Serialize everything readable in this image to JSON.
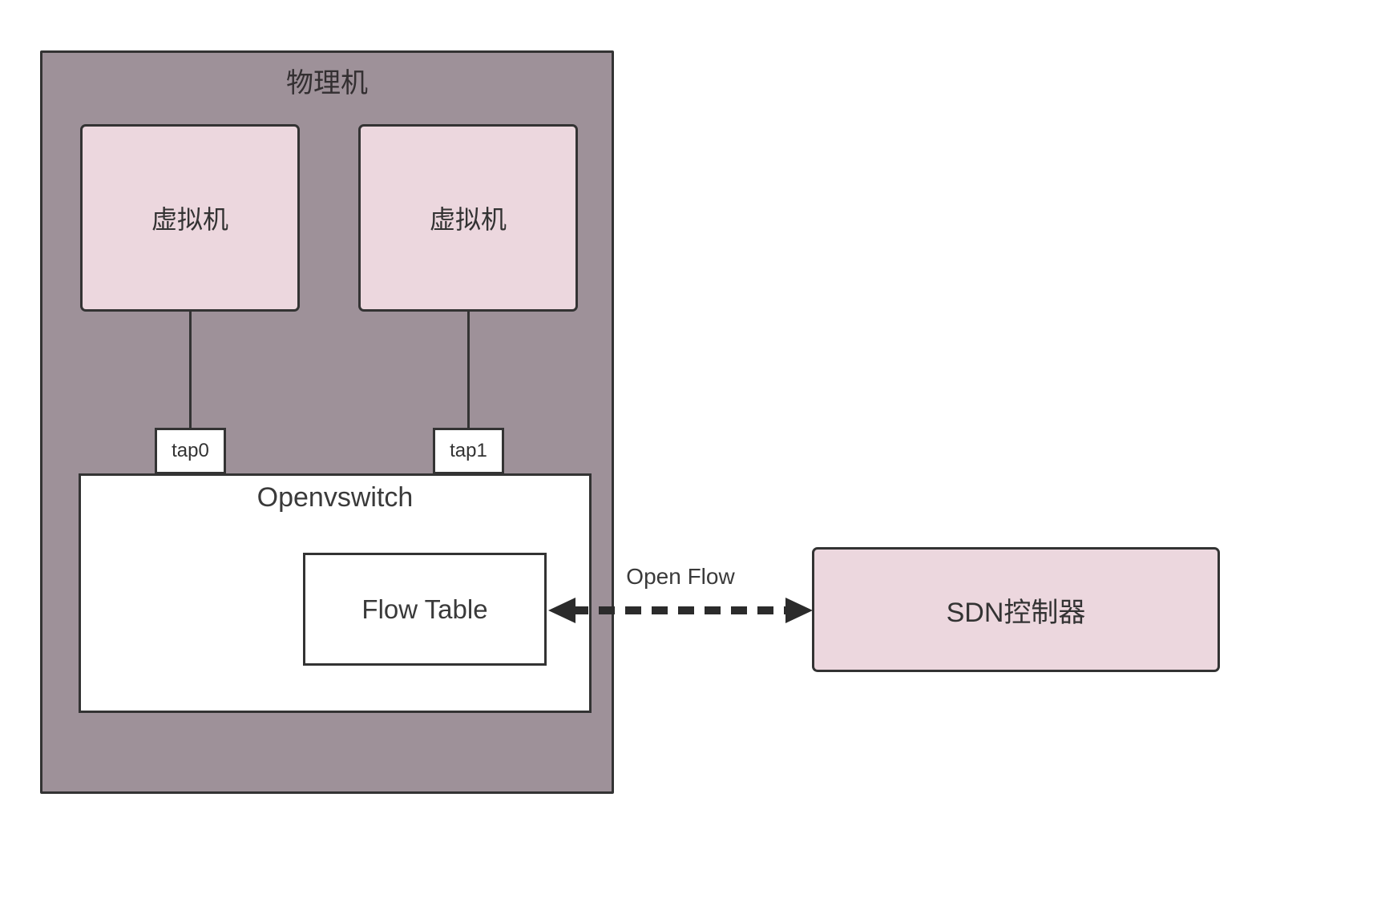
{
  "diagram": {
    "physical_machine": {
      "title": "物理机"
    },
    "vms": [
      {
        "label": "虚拟机"
      },
      {
        "label": "虚拟机"
      }
    ],
    "taps": [
      {
        "label": "tap0"
      },
      {
        "label": "tap1"
      }
    ],
    "openvswitch": {
      "title": "Openvswitch",
      "flow_table_label": "Flow Table"
    },
    "sdn_controller": {
      "label": "SDN控制器"
    },
    "connection": {
      "label": "Open Flow"
    },
    "colors": {
      "physical_machine_bg": "#9e9199",
      "vm_bg": "#ecd7de",
      "sdn_controller_bg": "#ecd7de",
      "inner_box_bg": "#ffffff",
      "border": "#333333",
      "arrow": "#2b2b2b"
    }
  }
}
